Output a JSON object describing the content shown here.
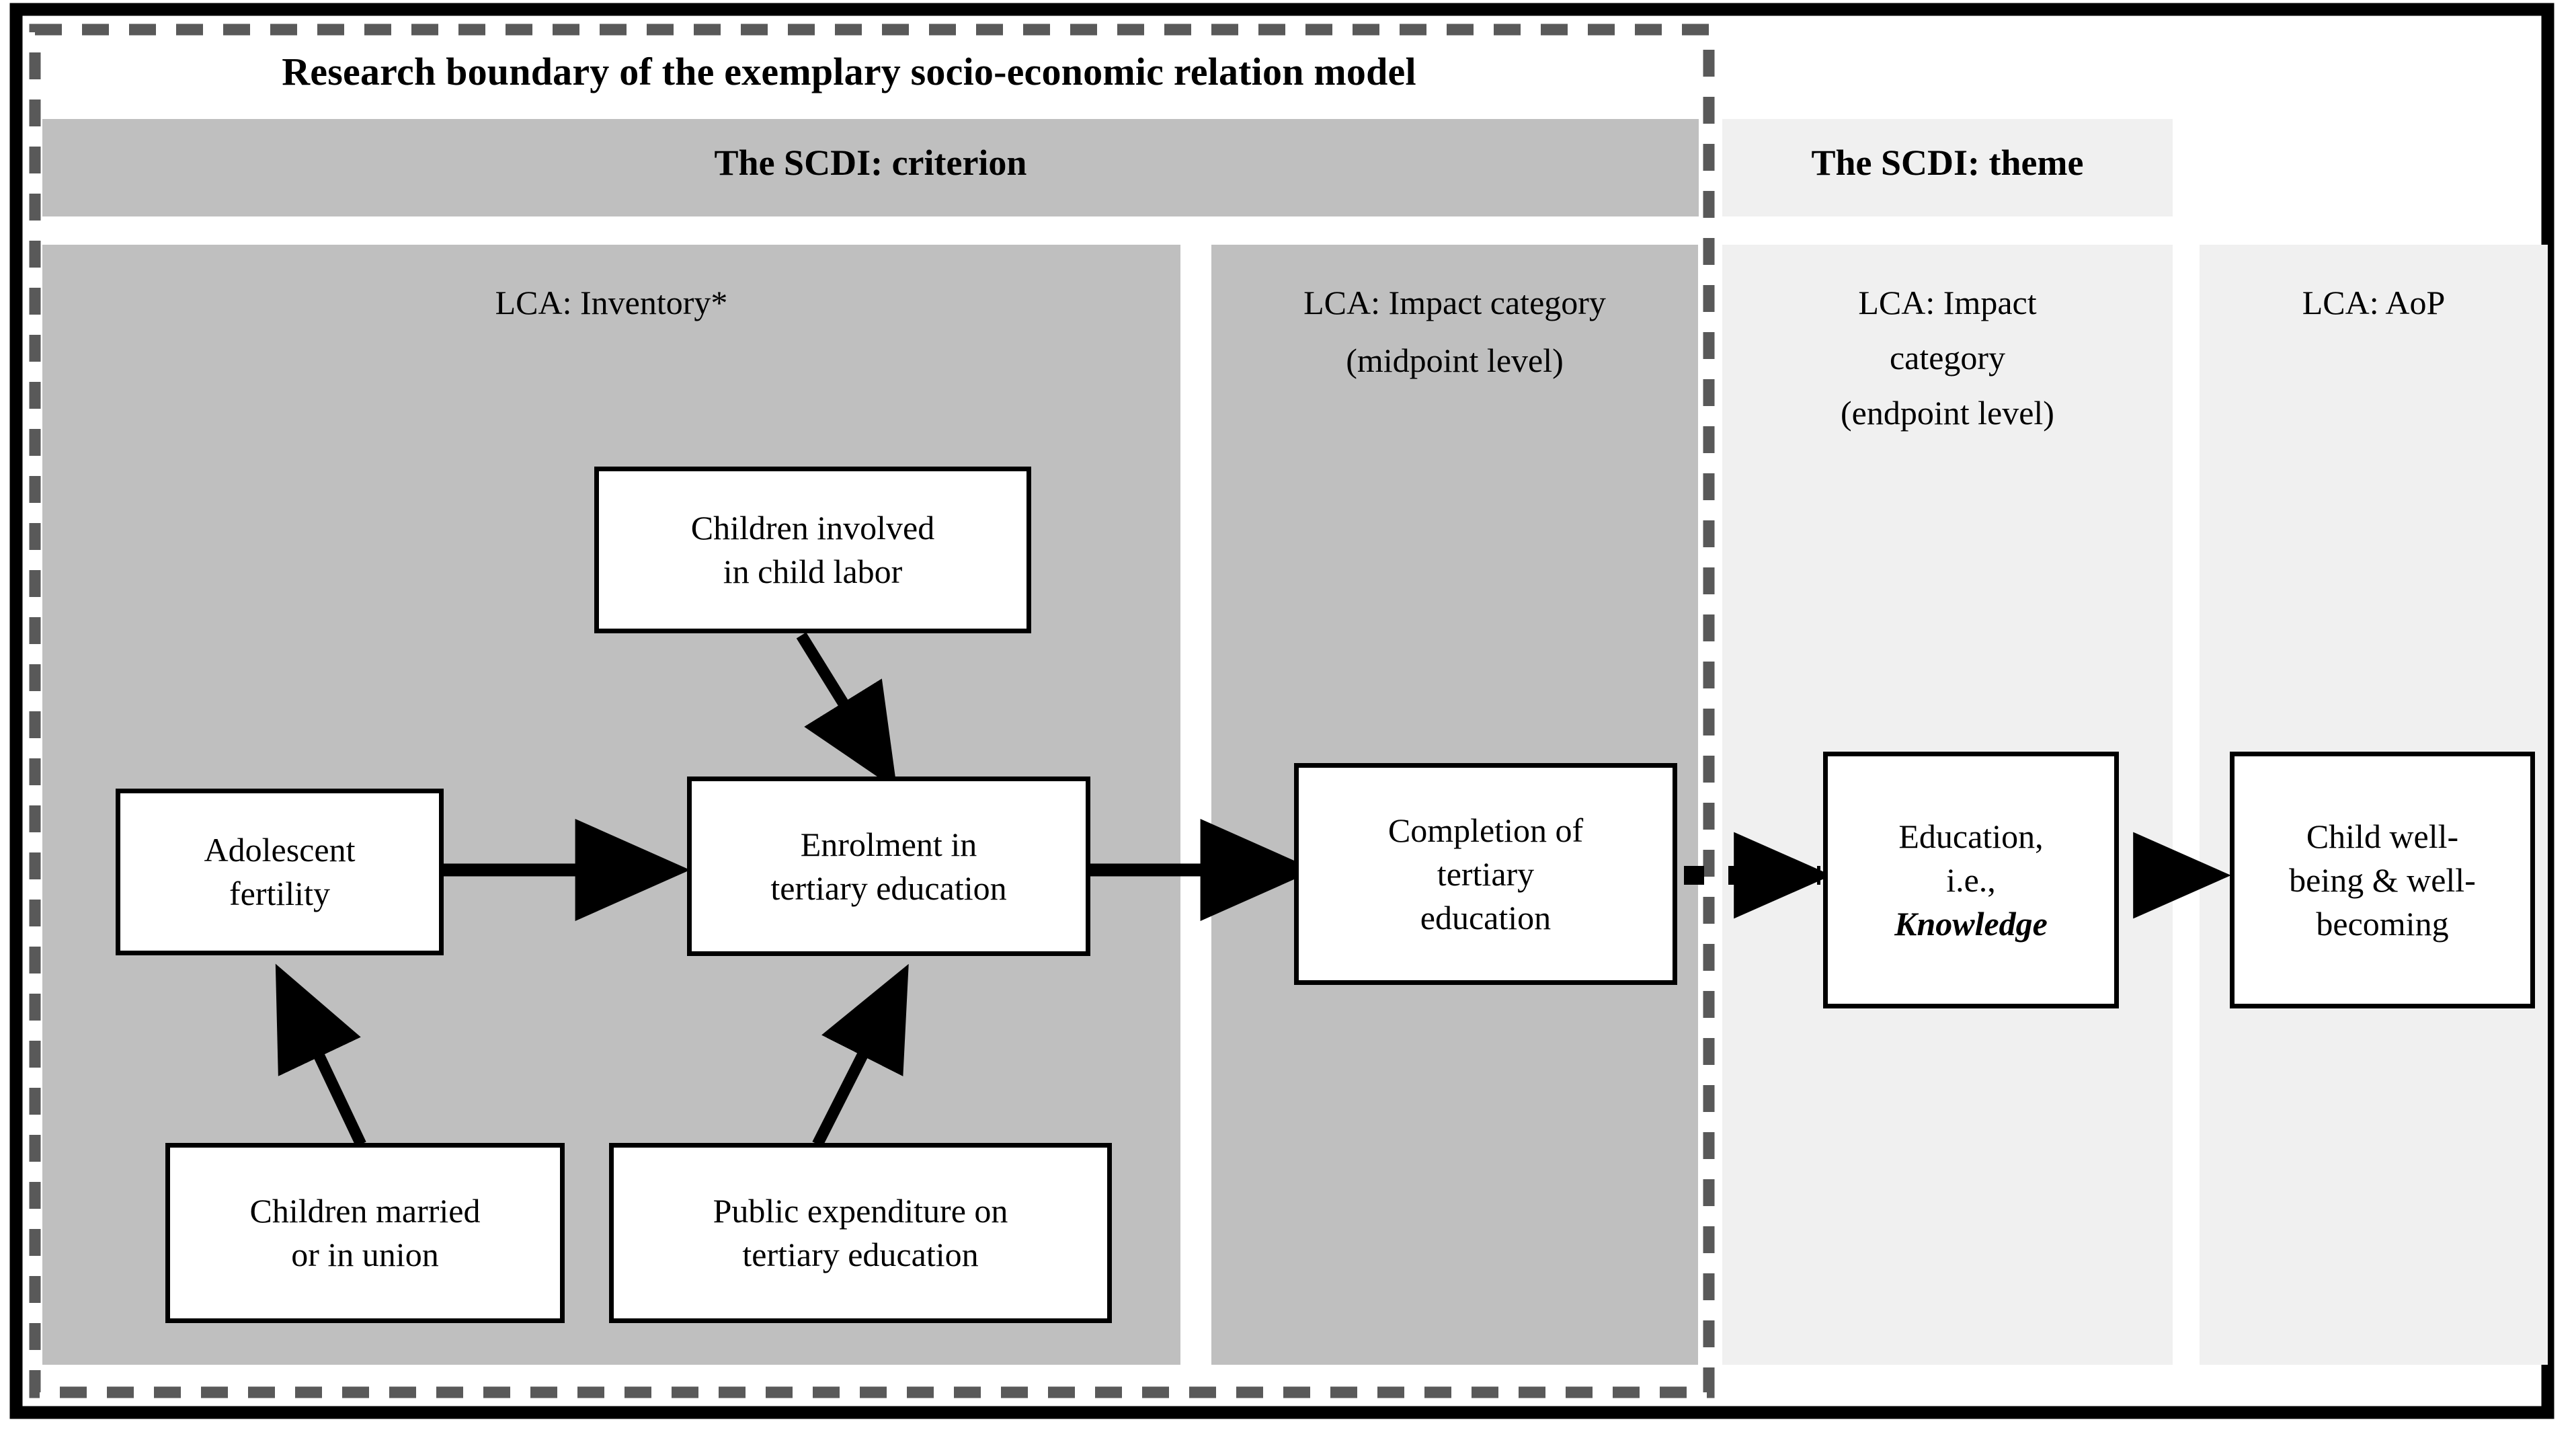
{
  "figure": {
    "title": "Research boundary of the exemplary socio-economic relation model",
    "bands": [
      {
        "id": "criterion",
        "label": "The SCDI: criterion",
        "bg": "#bfbfbf"
      },
      {
        "id": "theme",
        "label": "The SCDI: theme",
        "bg": "#f0f0f0"
      }
    ],
    "columns": [
      {
        "id": "inventory",
        "caption": "LCA: Inventory*",
        "caption_lines": [
          "LCA: Inventory*"
        ],
        "bg": "#bfbfbf"
      },
      {
        "id": "midpoint",
        "caption": "LCA: Impact category (midpoint level)",
        "caption_lines": [
          "LCA: Impact category",
          "(midpoint level)"
        ],
        "bg": "#bfbfbf"
      },
      {
        "id": "endpoint",
        "caption": "LCA: Impact category (endpoint level)",
        "caption_lines": [
          "LCA: Impact",
          "category",
          "(endpoint level)"
        ],
        "bg": "#f0f0f0"
      },
      {
        "id": "aop",
        "caption": "LCA: AoP",
        "caption_lines": [
          "LCA: AoP"
        ],
        "bg": "#f0f0f0"
      }
    ],
    "nodes": [
      {
        "id": "child-labor",
        "lines": [
          "Children involved",
          "in child labor"
        ],
        "column": "inventory"
      },
      {
        "id": "adolescent-fertility",
        "lines": [
          "Adolescent",
          "fertility"
        ],
        "column": "inventory"
      },
      {
        "id": "enrolment-tertiary",
        "lines": [
          "Enrolment in",
          "tertiary education"
        ],
        "column": "inventory"
      },
      {
        "id": "children-married",
        "lines": [
          "Children married",
          "or in union"
        ],
        "column": "inventory"
      },
      {
        "id": "public-expenditure",
        "lines": [
          "Public expenditure on",
          "tertiary education"
        ],
        "column": "inventory"
      },
      {
        "id": "completion-tertiary",
        "lines": [
          "Completion of",
          "tertiary",
          "education"
        ],
        "column": "midpoint"
      },
      {
        "id": "education-knowledge",
        "lines": [
          "Education,",
          "i.e.,",
          "Knowledge"
        ],
        "emphasis": "Knowledge",
        "column": "endpoint"
      },
      {
        "id": "child-wellbeing",
        "lines": [
          "Child well-",
          "being & well-",
          "becoming"
        ],
        "column": "aop"
      }
    ],
    "edges": [
      {
        "id": "child-labor-to-enrolment",
        "from": "child-labor",
        "to": "enrolment-tertiary",
        "style": "solid"
      },
      {
        "id": "children-married-to-fertility",
        "from": "children-married",
        "to": "adolescent-fertility",
        "style": "solid"
      },
      {
        "id": "public-expenditure-to-enrolment",
        "from": "public-expenditure",
        "to": "enrolment-tertiary",
        "style": "solid"
      },
      {
        "id": "fertility-to-enrolment",
        "from": "adolescent-fertility",
        "to": "enrolment-tertiary",
        "style": "solid"
      },
      {
        "id": "enrolment-to-completion",
        "from": "enrolment-tertiary",
        "to": "completion-tertiary",
        "style": "solid"
      },
      {
        "id": "completion-to-education",
        "from": "completion-tertiary",
        "to": "education-knowledge",
        "style": "dotted"
      },
      {
        "id": "education-to-wellbeing",
        "from": "education-knowledge",
        "to": "child-wellbeing",
        "style": "dotted"
      }
    ],
    "colors": {
      "outer_border": "#000000",
      "research_boundary_dash": "#595959",
      "band_dark": "#bfbfbf",
      "band_light": "#f0f0f0",
      "node_fill": "#ffffff",
      "node_border": "#000000",
      "arrow": "#000000"
    }
  }
}
